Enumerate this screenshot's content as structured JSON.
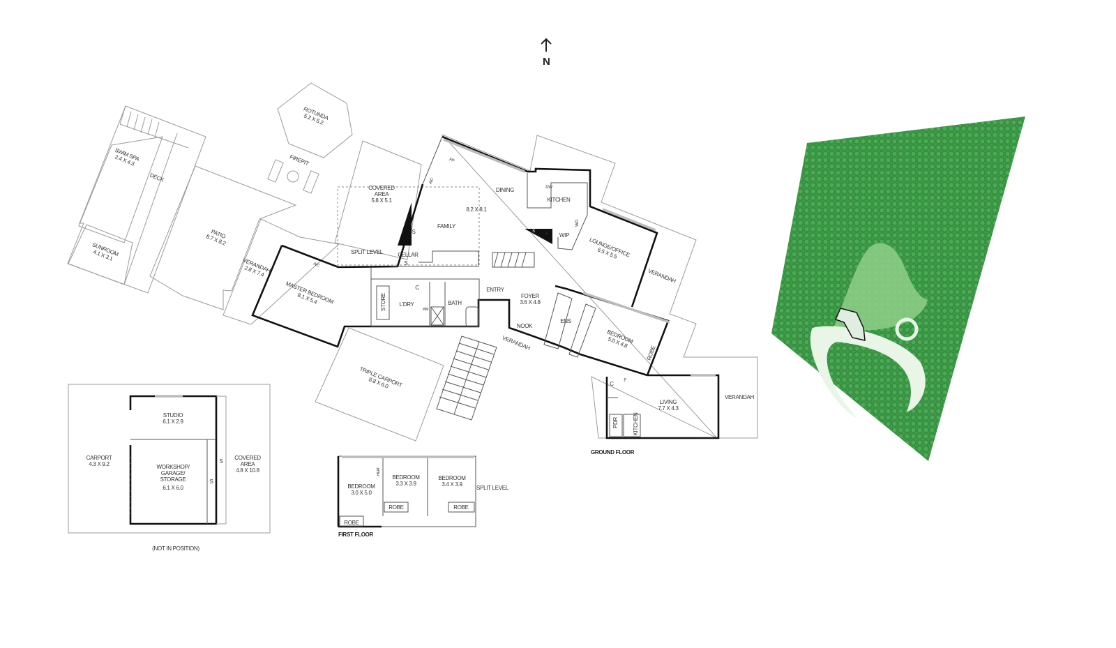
{
  "compass": {
    "label": "N",
    "icon": "north-arrow-icon"
  },
  "colors": {
    "trees": "#3d9a48",
    "clearing": "#8fcf8a",
    "wall": "#111111",
    "outline": "#9a9a9a"
  },
  "outdoor": {
    "rotunda": [
      "ROTUNDA",
      "5.2 X 5.2"
    ],
    "swim_spa": [
      "SWIM SPA",
      "2.4 X 4.3"
    ],
    "deck": "DECK",
    "sunroom": [
      "SUNROOM",
      "4.1 X 3.1"
    ],
    "patio": [
      "PATIO",
      "8.7 X 8.2"
    ],
    "firepit": "FIREPIT",
    "verandah_west": [
      "VERANDAH",
      "2.8 X 7.4"
    ],
    "covered_area": [
      "COVERED",
      "AREA",
      "5.8 X 5.1"
    ],
    "split_level": "SPLIT LEVEL",
    "triple_carport": [
      "TRIPLE CARPORT",
      "8.8 X 6.0"
    ],
    "verandah_east": "VERANDAH",
    "verandah_south": "VERANDAH",
    "verandah_living": "VERANDAH"
  },
  "ground_floor": {
    "title": "GROUND FLOOR",
    "master_bedroom": [
      "MASTER BEDROOM",
      "8.1 X 5.4"
    ],
    "cellar": "CELLAR",
    "s1": "S",
    "s2": "S",
    "family": "FAMILY",
    "family_dim": "8.2 X 8.1",
    "dining": "DINING",
    "kitchen": "KITCHEN",
    "dw": "DW",
    "wip": "WIP",
    "wo": "WO",
    "f1": "F",
    "sd": "S",
    "fp": "FP",
    "ac1": "A/C",
    "ac2": "A/C",
    "lounge": [
      "LOUNGE/OFFICE",
      "6.5 X 5.5"
    ],
    "store": "STORE",
    "c1": "C",
    "ldry": "L'DRY",
    "wm": "WM",
    "bath": "BATH",
    "entry": "ENTRY",
    "foyer": [
      "FOYER",
      "3.6 X 4.8"
    ],
    "nook": "NOOK",
    "ens": "ENS",
    "bedroom": [
      "BEDROOM",
      "5.0 X 4.8"
    ],
    "robe": "ROBE",
    "c2": "C",
    "f2": "F",
    "living": [
      "LIVING",
      "7.7 X 4.3"
    ],
    "pdr": "PDR",
    "kitchenette": "KITCHEN"
  },
  "outbuilding": {
    "studio": [
      "STUDIO",
      "6.1 X 2.9"
    ],
    "carport": [
      "CARPORT",
      "4.3 X 9.2"
    ],
    "workshop": [
      "WORKSHOP/",
      "GARAGE/",
      "STORAGE",
      "6.1 X 6.0"
    ],
    "s1": "S",
    "s2": "S",
    "covered": [
      "COVERED",
      "AREA",
      "4.8 X 10.8"
    ],
    "note": "(NOT IN POSITION)"
  },
  "first_floor": {
    "title": "FIRST FLOOR",
    "bed1": [
      "BEDROOM",
      "3.0 X 5.0"
    ],
    "heat": "HEAT",
    "bed2": [
      "BEDROOM",
      "3.3 X 3.9"
    ],
    "bed3": [
      "BEDROOM",
      "3.4 X 3.9"
    ],
    "robe1": "ROBE",
    "robe2": "ROBE",
    "robe3": "ROBE",
    "split_level": "SPLIT LEVEL"
  }
}
